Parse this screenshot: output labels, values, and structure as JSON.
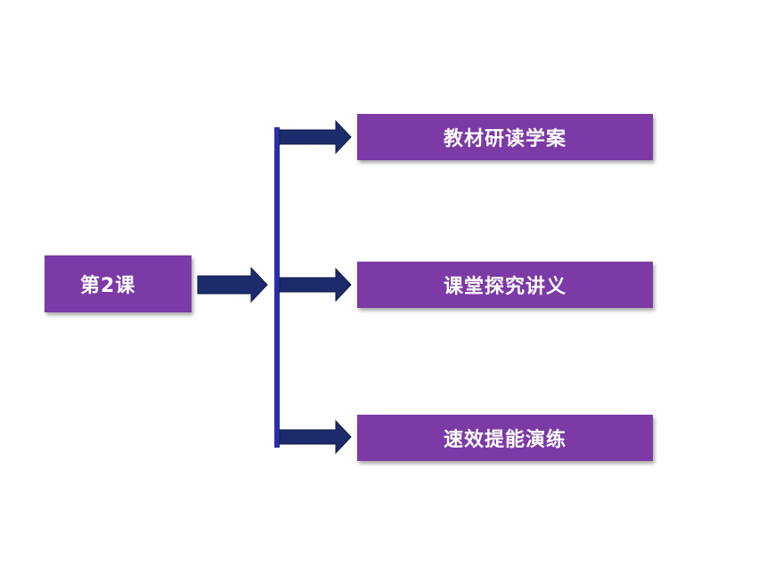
{
  "root": {
    "label": "第2课"
  },
  "items": [
    {
      "label": "教材研读学案"
    },
    {
      "label": "课堂探究讲义"
    },
    {
      "label": "速效提能演练"
    }
  ],
  "colors": {
    "box_fill": "#7b3aa6",
    "arrow_fill": "#1b2b6b",
    "bracket_line": "#2a2fa8",
    "text": "#ffffff"
  }
}
